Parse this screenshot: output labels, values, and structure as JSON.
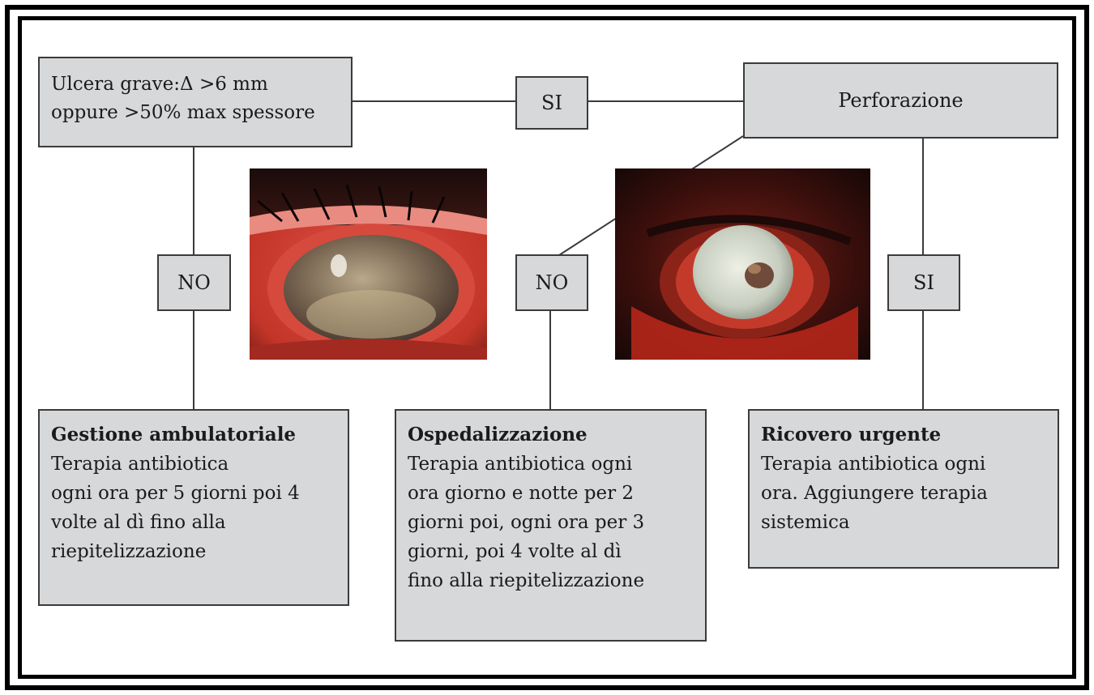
{
  "question": {
    "lines": [
      "Ulcera grave:Δ >6 mm",
      "oppure >50% max spessore"
    ]
  },
  "perforation": {
    "label": "Perforazione"
  },
  "edge_labels": {
    "yes_top": "SI",
    "no_left": "NO",
    "no_middle": "NO",
    "yes_right": "SI"
  },
  "outcomes": [
    {
      "title": "Gestione ambulatoriale",
      "body": "Terapia antibiotica\nogni ora per 5 giorni poi 4\nvolte al dì fino alla\nriepitelizzazione"
    },
    {
      "title": "Ospedalizzazione",
      "body": "Terapia antibiotica ogni\nora giorno e notte per 2\ngiorni poi, ogni ora per 3\ngiorni, poi 4 volte al dì\nfino alla riepitelizzazione"
    },
    {
      "title": "Ricovero urgente",
      "body": "Terapia antibiotica ogni\nora. Aggiungere terapia\nsistemica"
    }
  ],
  "colors": {
    "box_fill": "#d7d8da",
    "line": "#3b3b3b",
    "frame": "#000000"
  },
  "photos": [
    "eye-ulcer-photo",
    "eye-perforation-photo"
  ]
}
